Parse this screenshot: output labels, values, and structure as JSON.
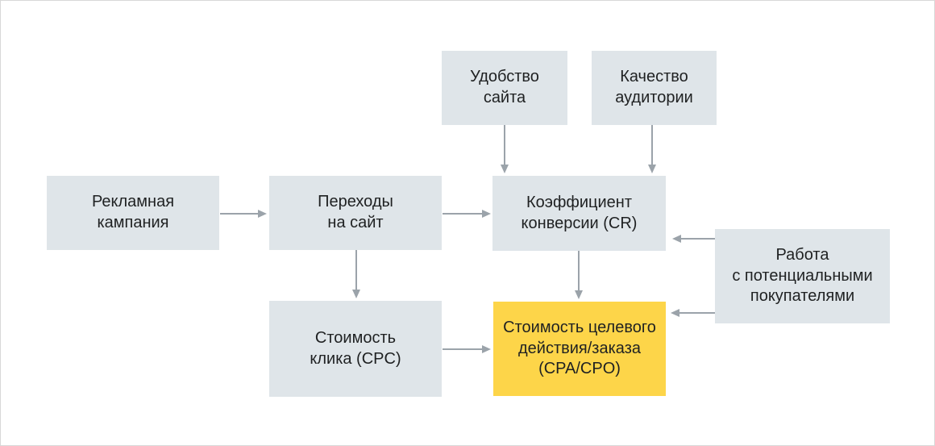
{
  "colors": {
    "node-fill": "#dfe5e9",
    "highlight-fill": "#fdd549",
    "arrow": "#9ba3aa",
    "text": "#1f2122",
    "canvas-border": "#d8d8d8"
  },
  "diagram": {
    "nodes": {
      "site_usability": {
        "label": "Удобство\nсайта"
      },
      "audience_quality": {
        "label": "Качество\nаудитории"
      },
      "ad_campaign": {
        "label": "Рекламная\nкампания"
      },
      "site_visits": {
        "label": "Переходы\nна сайт"
      },
      "conversion_rate": {
        "label": "Коэффициент\nконверсии (CR)"
      },
      "customer_work": {
        "label": "Работа\nс потенциальными\nпокупателями"
      },
      "cost_per_click": {
        "label": "Стоимость\nклика (CPC)"
      },
      "cost_per_action": {
        "label": "Стоимость целевого\nдействия/заказа\n(CPA/CPO)"
      }
    },
    "edges": [
      {
        "from": "site_usability",
        "to": "conversion_rate"
      },
      {
        "from": "audience_quality",
        "to": "conversion_rate"
      },
      {
        "from": "ad_campaign",
        "to": "site_visits"
      },
      {
        "from": "site_visits",
        "to": "conversion_rate"
      },
      {
        "from": "site_visits",
        "to": "cost_per_click"
      },
      {
        "from": "conversion_rate",
        "to": "cost_per_action"
      },
      {
        "from": "customer_work",
        "to": "conversion_rate"
      },
      {
        "from": "customer_work",
        "to": "cost_per_action"
      },
      {
        "from": "cost_per_click",
        "to": "cost_per_action"
      }
    ]
  }
}
